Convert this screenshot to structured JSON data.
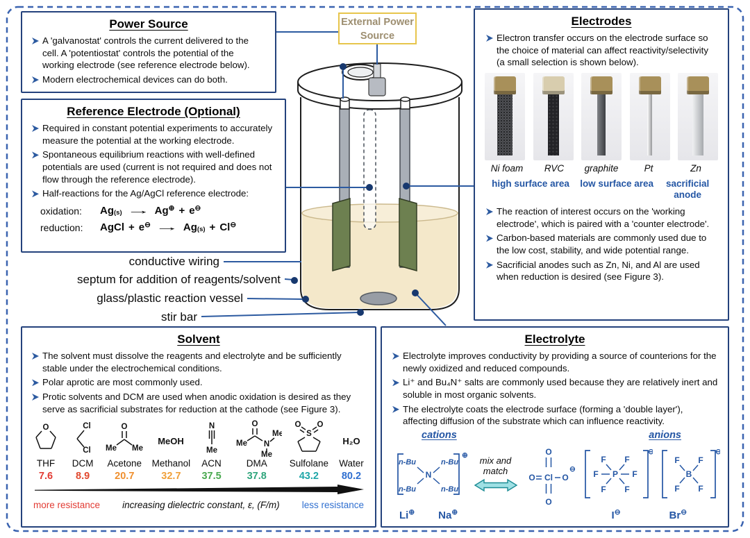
{
  "power_source": {
    "title": "Power Source",
    "bullets": [
      "A 'galvanostat' controls the current delivered to the cell. A 'potentiostat' controls the potential of the working electrode (see reference electrode below).",
      "Modern electrochemical devices can do both."
    ]
  },
  "external_power": {
    "line1": "External Power",
    "line2": "Source"
  },
  "reference_electrode": {
    "title": "Reference Electrode (Optional)",
    "bullets": [
      "Required in constant potential experiments to accurately measure the potential at the working electrode.",
      "Spontaneous equilibrium reactions with well-defined potentials are used (current is not required and does not flow through the reference electrode).",
      "Half-reactions for the Ag/AgCl reference electrode:"
    ],
    "arrow": "→",
    "reactions": {
      "oxidation": {
        "label": "oxidation:",
        "reactant": "Ag",
        "reactant_sub": "(s)",
        "product": "Ag",
        "product_charge": "⊕",
        "plus": "+",
        "electron": "e",
        "electron_charge": "⊖"
      },
      "reduction": {
        "label": "reduction:",
        "reactant": "AgCl",
        "plus": "+",
        "electron": "e",
        "electron_charge": "⊖",
        "product": "Ag",
        "product_sub": "(s)",
        "plus2": "+",
        "product2": "Cl",
        "product2_charge": "⊖"
      }
    }
  },
  "vessel": {
    "labels": [
      "conductive wiring",
      "septum for addition of reagents/solvent",
      "glass/plastic reaction vessel",
      "stir bar"
    ]
  },
  "electrodes": {
    "title": "Electrodes",
    "bullets": [
      "Electron transfer occurs on the electrode surface so the choice of material can affect reactivity/selectivity (a small selection is shown below).",
      "The reaction of interest occurs on the 'working electrode', which is paired with a 'counter electrode'.",
      "Carbon-based materials are commonly used due to the low cost, stability, and wide potential range.",
      "Sacrificial anodes such as Zn, Ni, and Al are used when reduction is desired (see Figure 3)."
    ],
    "materials": [
      {
        "name": "Ni foam",
        "cap_color": "#a8905a",
        "rod_color": "#45464a"
      },
      {
        "name": "RVC",
        "cap_color": "#d8cdae",
        "rod_color": "#232327"
      },
      {
        "name": "graphite",
        "cap_color": "#a8905a",
        "rod_color": "#56595f"
      },
      {
        "name": "Pt",
        "cap_color": "#a8905a",
        "rod_color": "#d7d9dc"
      },
      {
        "name": "Zn",
        "cap_color": "#a8905a",
        "rod_color": "#c3c7cc"
      }
    ],
    "annotations": [
      "high surface area",
      "low surface area",
      "sacrificial anode"
    ]
  },
  "solvent": {
    "title": "Solvent",
    "bullets": [
      "The solvent must dissolve the reagents and electrolyte and be sufficiently stable under the electrochemical conditions.",
      "Polar aprotic are most commonly used.",
      "Protic solvents and DCM are used when anodic oxidation is desired as they serve as sacrificial substrates for reduction at the cathode (see Figure 3)."
    ],
    "items": [
      {
        "name": "THF",
        "value": "7.6",
        "color": "#e23b33"
      },
      {
        "name": "DCM",
        "value": "8.9",
        "color": "#e1492f"
      },
      {
        "name": "Acetone",
        "value": "20.7",
        "color": "#ef8f2e"
      },
      {
        "name": "Methanol",
        "value": "32.7",
        "color": "#f0a03a"
      },
      {
        "name": "ACN",
        "value": "37.5",
        "color": "#49a94f"
      },
      {
        "name": "DMA",
        "value": "37.8",
        "color": "#2fa57c"
      },
      {
        "name": "Sulfolane",
        "value": "43.2",
        "color": "#1fa6a8"
      },
      {
        "name": "Water",
        "value": "80.2",
        "color": "#2f6fd0"
      }
    ],
    "axis": {
      "left": "more resistance",
      "center": "increasing dielectric constant, ε, (F/m)",
      "right": "less resistance",
      "left_color": "#e23b33",
      "right_color": "#2f6fd0"
    }
  },
  "electrolyte": {
    "title": "Electrolyte",
    "bullets": [
      "Electrolyte improves conductivity by providing a source of counterions for the newly oxidized and reduced compounds.",
      "Li⁺ and Bu₄N⁺ salts are commonly used because they are relatively inert and soluble in most organic solvents.",
      "The electrolyte coats the electrode surface (forming a 'double layer'), affecting diffusion of the substrate which can influence reactivity."
    ],
    "cations_label": "cations",
    "anions_label": "anions",
    "mix_label": "mix and match",
    "tba": {
      "nbu": "n-Bu",
      "n": "N",
      "charge": "⊕"
    },
    "perchlorate": {
      "o": "O",
      "cl": "Cl",
      "charge": "⊖"
    },
    "hexafluorophosphate": {
      "p": "P",
      "f": "F",
      "charge": "⊖"
    },
    "tetrafluoroborate": {
      "b": "B",
      "f": "F",
      "charge": "⊖"
    },
    "simple_cations": [
      {
        "symbol": "Li",
        "charge": "⊕"
      },
      {
        "symbol": "Na",
        "charge": "⊕"
      }
    ],
    "simple_anions": [
      {
        "symbol": "I",
        "charge": "⊖"
      },
      {
        "symbol": "Br",
        "charge": "⊖"
      }
    ]
  },
  "atoms": {
    "O": "O",
    "Cl": "Cl",
    "Me": "Me",
    "N": "N",
    "S": "S",
    "MeOH": "MeOH",
    "H2O": "H₂O"
  },
  "colors": {
    "accent_blue": "#2c5aa0",
    "navy_dot": "#17386e",
    "label_blue": "#2456a4",
    "gold": "#e7c54b",
    "liquid": "#f4e8ca",
    "plate_green": "#6d8050"
  }
}
